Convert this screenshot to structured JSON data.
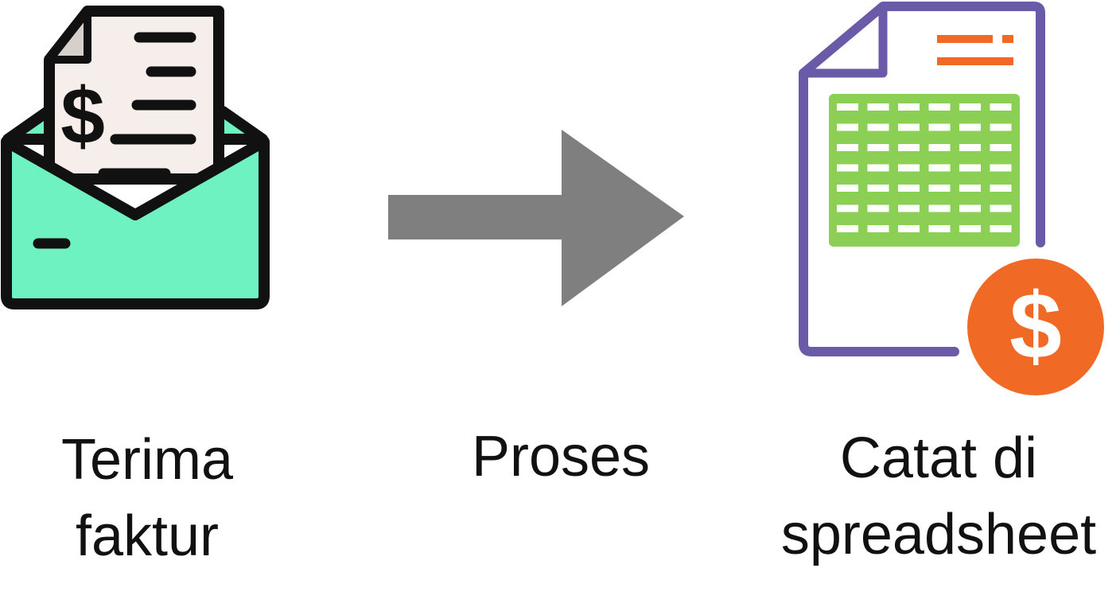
{
  "colors": {
    "outline": "#111111",
    "envelope": "#6ef2c1",
    "paper": "#f6eeea",
    "fold": "#d6d0cd",
    "arrow": "#7f7f7f",
    "doc_border": "#6b5aa8",
    "grid": "#8bcf55",
    "accent": "#f06a25"
  },
  "steps": [
    {
      "icon": "envelope-invoice-icon",
      "label_lines": [
        "Terima",
        "faktur"
      ]
    },
    {
      "icon": "arrow-right-icon",
      "label_lines": [
        "Proses"
      ]
    },
    {
      "icon": "spreadsheet-dollar-icon",
      "label_lines": [
        "Catat di",
        "spreadsheet"
      ]
    }
  ]
}
